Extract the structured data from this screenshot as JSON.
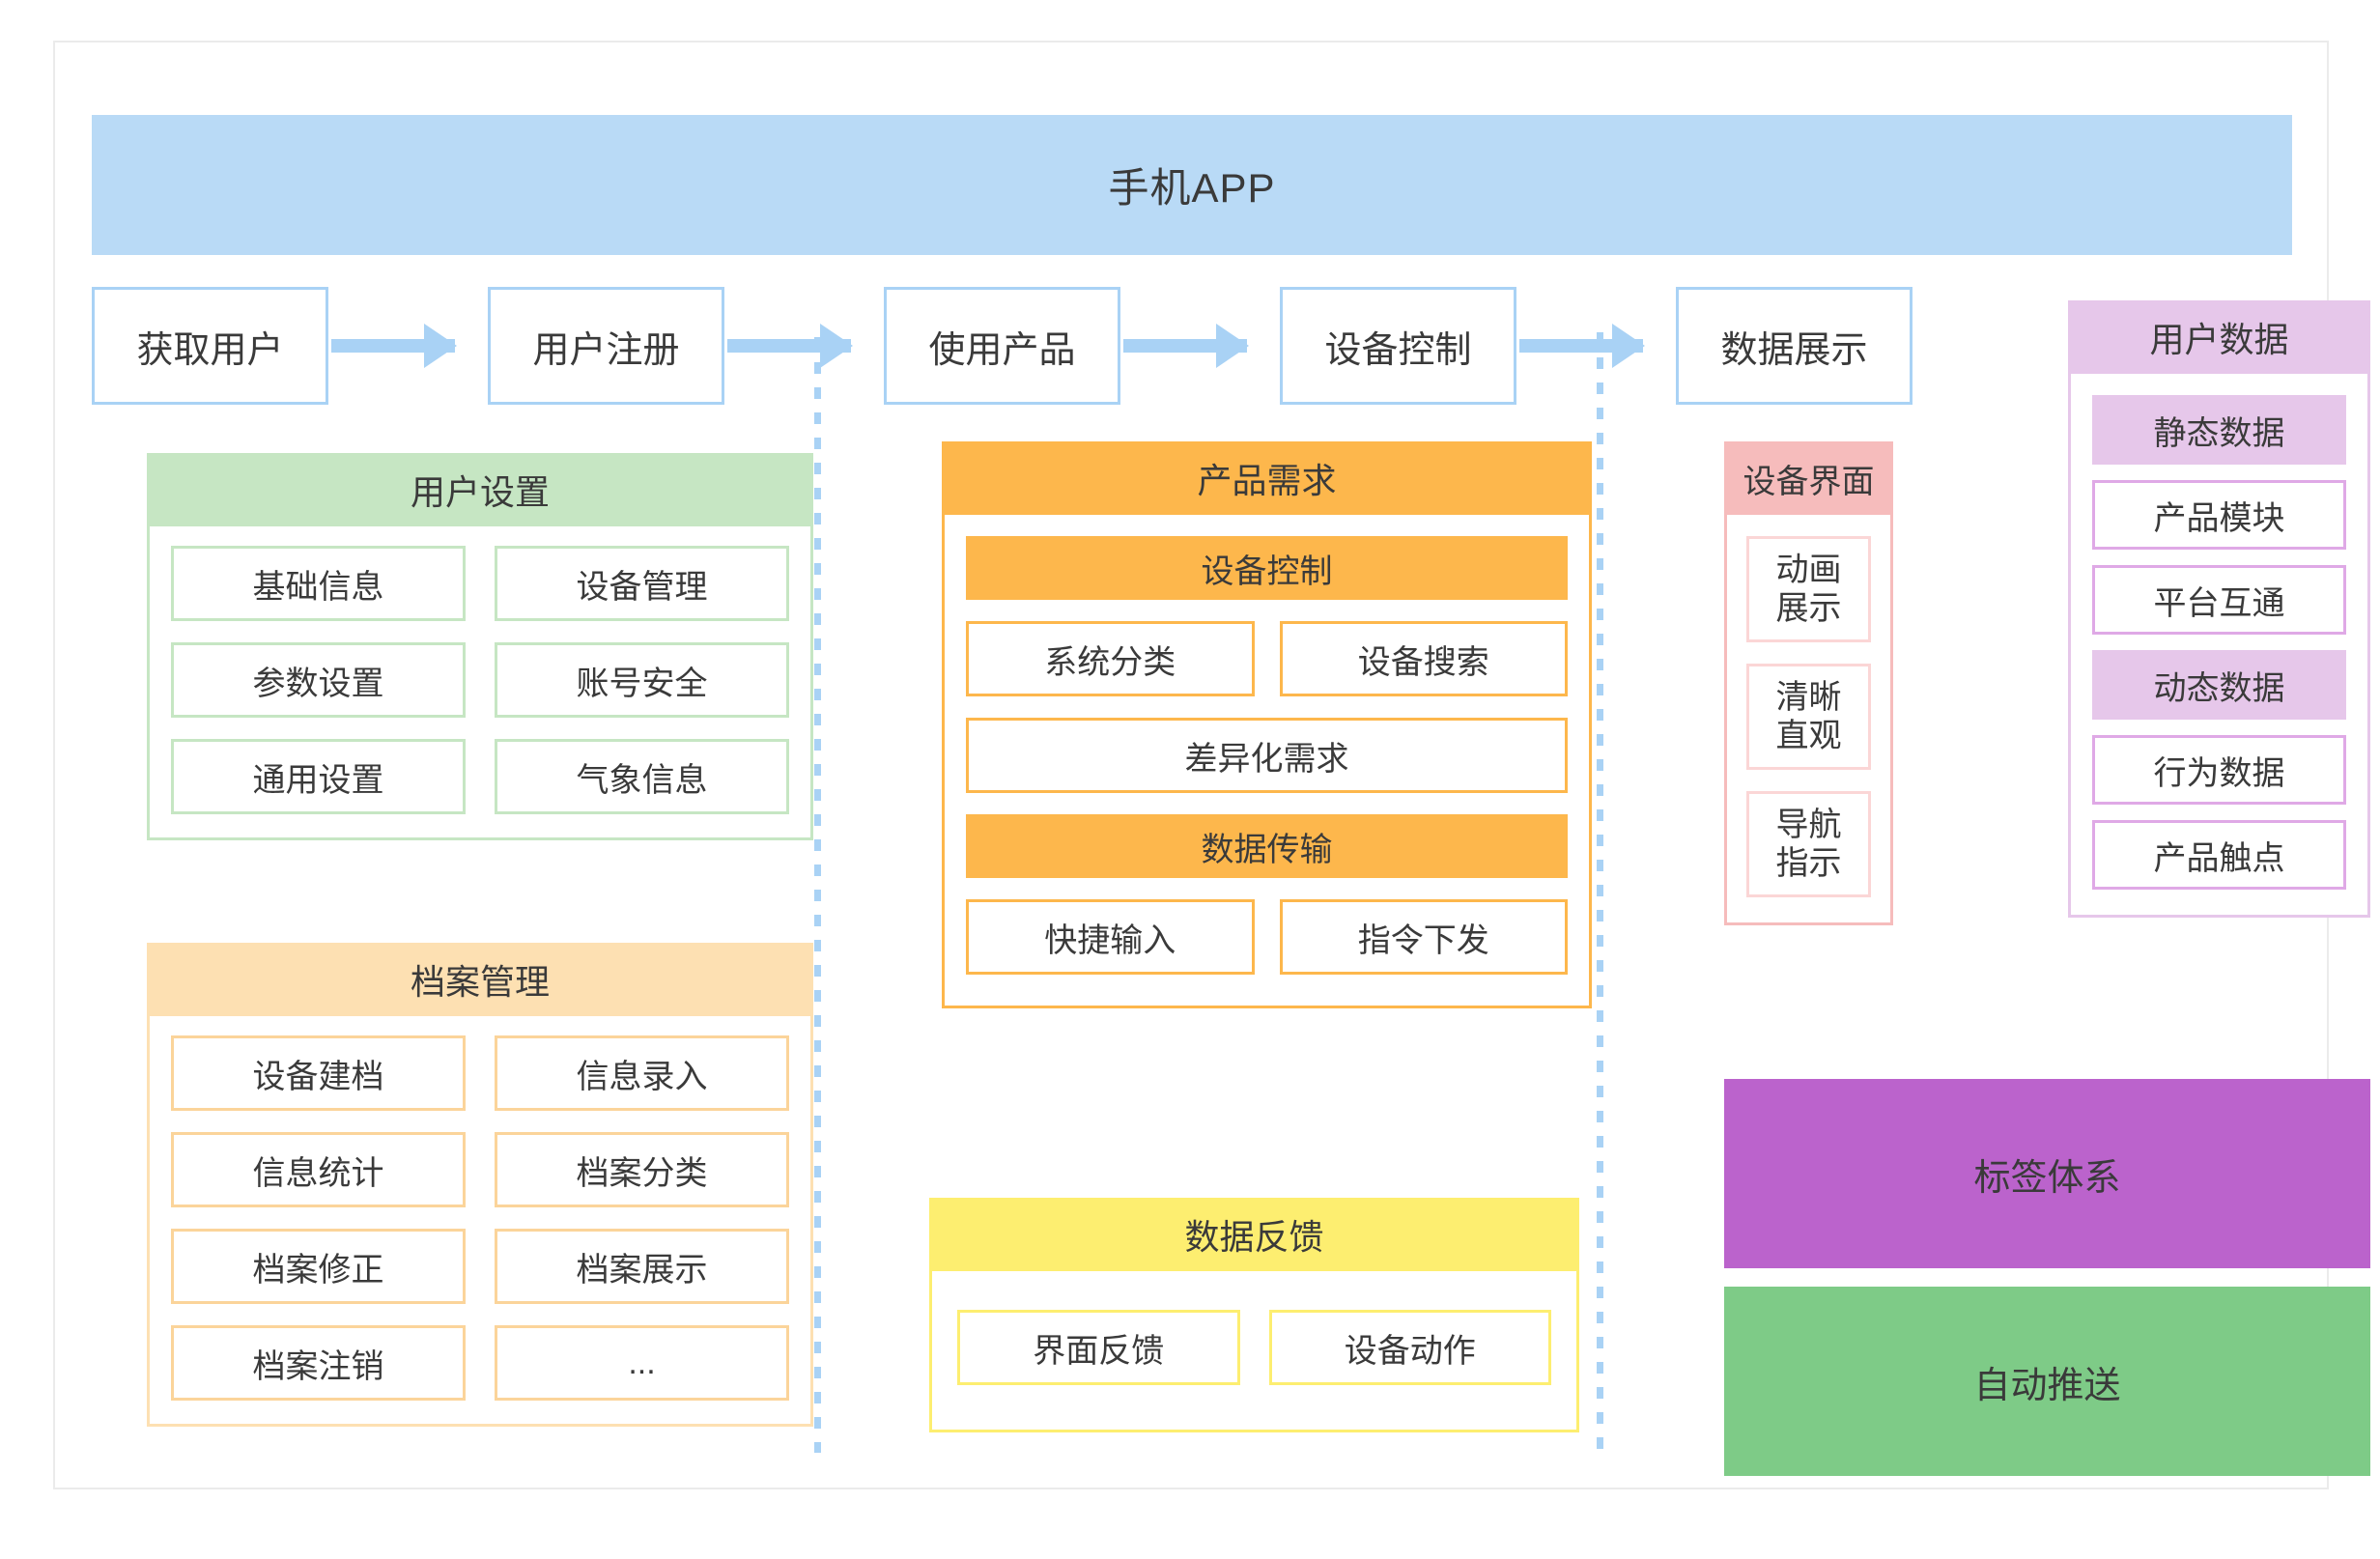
{
  "diagram": {
    "banner": {
      "title": "手机APP"
    },
    "flow": {
      "steps": [
        {
          "label": "获取用户"
        },
        {
          "label": "用户注册"
        },
        {
          "label": "使用产品"
        },
        {
          "label": "设备控制"
        },
        {
          "label": "数据展示"
        }
      ]
    },
    "panels": {
      "user_settings": {
        "title": "用户设置",
        "items": [
          "基础信息",
          "设备管理",
          "参数设置",
          "账号安全",
          "通用设置",
          "气象信息"
        ]
      },
      "archive": {
        "title": "档案管理",
        "items": [
          "设备建档",
          "信息录入",
          "信息统计",
          "档案分类",
          "档案修正",
          "档案展示",
          "档案注销",
          "..."
        ]
      },
      "product": {
        "title": "产品需求",
        "group1_title": "设备控制",
        "group1_items": [
          "系统分类",
          "设备搜索"
        ],
        "group1_wide": "差异化需求",
        "group2_title": "数据传输",
        "group2_items": [
          "快捷输入",
          "指令下发"
        ]
      },
      "feedback": {
        "title": "数据反馈",
        "items": [
          "界面反馈",
          "设备动作"
        ]
      },
      "device_ui": {
        "title": "设备界面",
        "items": [
          "动画\n展示",
          "清晰\n直观",
          "导航\n指示"
        ]
      },
      "user_data": {
        "title": "用户数据",
        "items": [
          {
            "label": "静态数据",
            "filled": true
          },
          {
            "label": "产品模块",
            "filled": false
          },
          {
            "label": "平台互通",
            "filled": false
          },
          {
            "label": "动态数据",
            "filled": true
          },
          {
            "label": "行为数据",
            "filled": false
          },
          {
            "label": "产品触点",
            "filled": false
          }
        ]
      }
    },
    "blocks": {
      "tags": "标签体系",
      "push": "自动推送"
    },
    "colors": {
      "banner_blue": "#b9daf6",
      "flow_blue": "#a9d2f5",
      "green": "#c6e6c3",
      "light_orange": "#fde0b2",
      "orange": "#fdb74c",
      "yellow": "#fdee70",
      "pink": "#f6bcbc",
      "light_purple": "#e6c7ea",
      "purple": "#bb63cc",
      "green_solid": "#7ecb87"
    }
  }
}
